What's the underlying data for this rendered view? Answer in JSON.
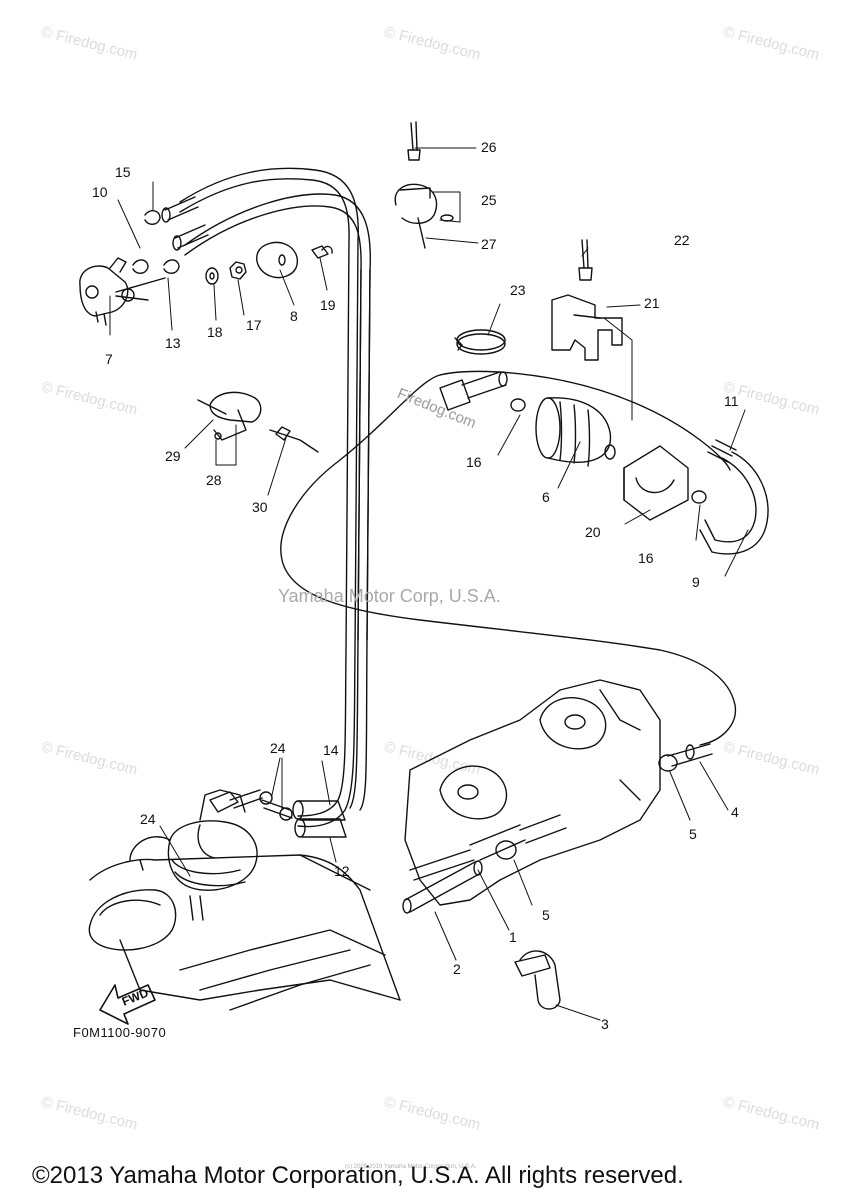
{
  "watermarks": {
    "firedog": "© Firedog.com",
    "center": "Yamaha Motor Corp, U.S.A.",
    "firedog_inline": "Firedog.com",
    "tiny": "(c) 2005-2019 Yamaha Motor Corporation, U.S.A."
  },
  "diagram": {
    "figure_id": "F0M1100-9070",
    "fwd_label": "FWD",
    "callouts": {
      "c1": "1",
      "c2": "2",
      "c3": "3",
      "c4": "4",
      "c5a": "5",
      "c5b": "5",
      "c6": "6",
      "c7": "7",
      "c8": "8",
      "c9": "9",
      "c10": "10",
      "c11": "11",
      "c12": "12",
      "c13": "13",
      "c14": "14",
      "c15": "15",
      "c16a": "16",
      "c16b": "16",
      "c17": "17",
      "c18": "18",
      "c19": "19",
      "c20": "20",
      "c21": "21",
      "c22": "22",
      "c23": "23",
      "c24a": "24",
      "c24b": "24",
      "c25": "25",
      "c26": "26",
      "c27": "27",
      "c28": "28",
      "c29": "29",
      "c30": "30"
    }
  },
  "footer": {
    "copyright": "©2013 Yamaha Motor Corporation, U.S.A. All rights reserved."
  }
}
